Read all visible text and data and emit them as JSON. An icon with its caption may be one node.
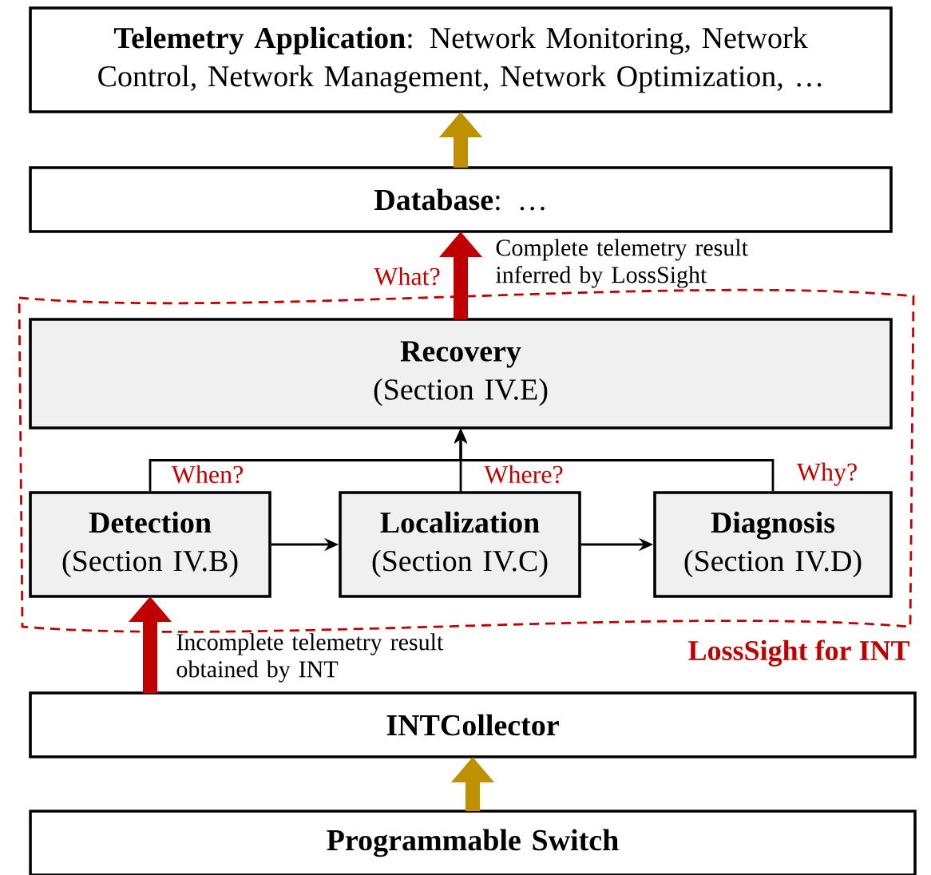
{
  "diagram": {
    "nodes": [
      {
        "text": [
          "**Telemetry Application**: Network Monitoring, Network Control, Network Management, Network Optimization, …"
        ]
      },
      {
        "text": [
          "**Database**: …"
        ]
      },
      {
        "text": [
          "LossSight for INT"
        ]
      },
      {
        "text": [
          "Recovery",
          "(Section IV.E)"
        ],
        "in": 2
      },
      {
        "text": [
          "Detection",
          "(Section IV.B)"
        ],
        "in": 2
      },
      {
        "text": [
          "Localization",
          "(Section IV.C)"
        ],
        "in": 2
      },
      {
        "text": [
          "Diagnosis",
          "(Section IV.D)"
        ],
        "in": 2
      },
      {
        "text": [
          "INTCollector"
        ]
      },
      {
        "text": [
          "Programmable Switch"
        ]
      }
    ],
    "edges": [
      {
        "from": 8,
        "to": 7,
        "arrow": "to",
        "style": "thick",
        "color": "#bf9000"
      },
      {
        "from": 7,
        "to": 4,
        "arrow": "to",
        "style": "thick",
        "color": "#c00000"
      },
      {
        "from": 4,
        "to": 5,
        "arrow": "to"
      },
      {
        "from": 5,
        "to": 6,
        "arrow": "to"
      },
      {
        "from": 4,
        "to": 3,
        "arrow": "to",
        "label": "When?"
      },
      {
        "from": 5,
        "to": 3,
        "arrow": "to",
        "label": "Where?"
      },
      {
        "from": 6,
        "to": 3,
        "arrow": "to",
        "label": "Why?"
      },
      {
        "from": 3,
        "to": 1,
        "arrow": "to",
        "style": "thick",
        "color": "#c00000",
        "label": "What?"
      },
      {
        "from": 1,
        "to": 0,
        "arrow": "to",
        "style": "thick",
        "color": "#bf9000"
      }
    ],
    "labels": [
      "Complete telemetry result inferred by LossSight",
      "Incomplete telemetry result obtained by INT"
    ]
  }
}
